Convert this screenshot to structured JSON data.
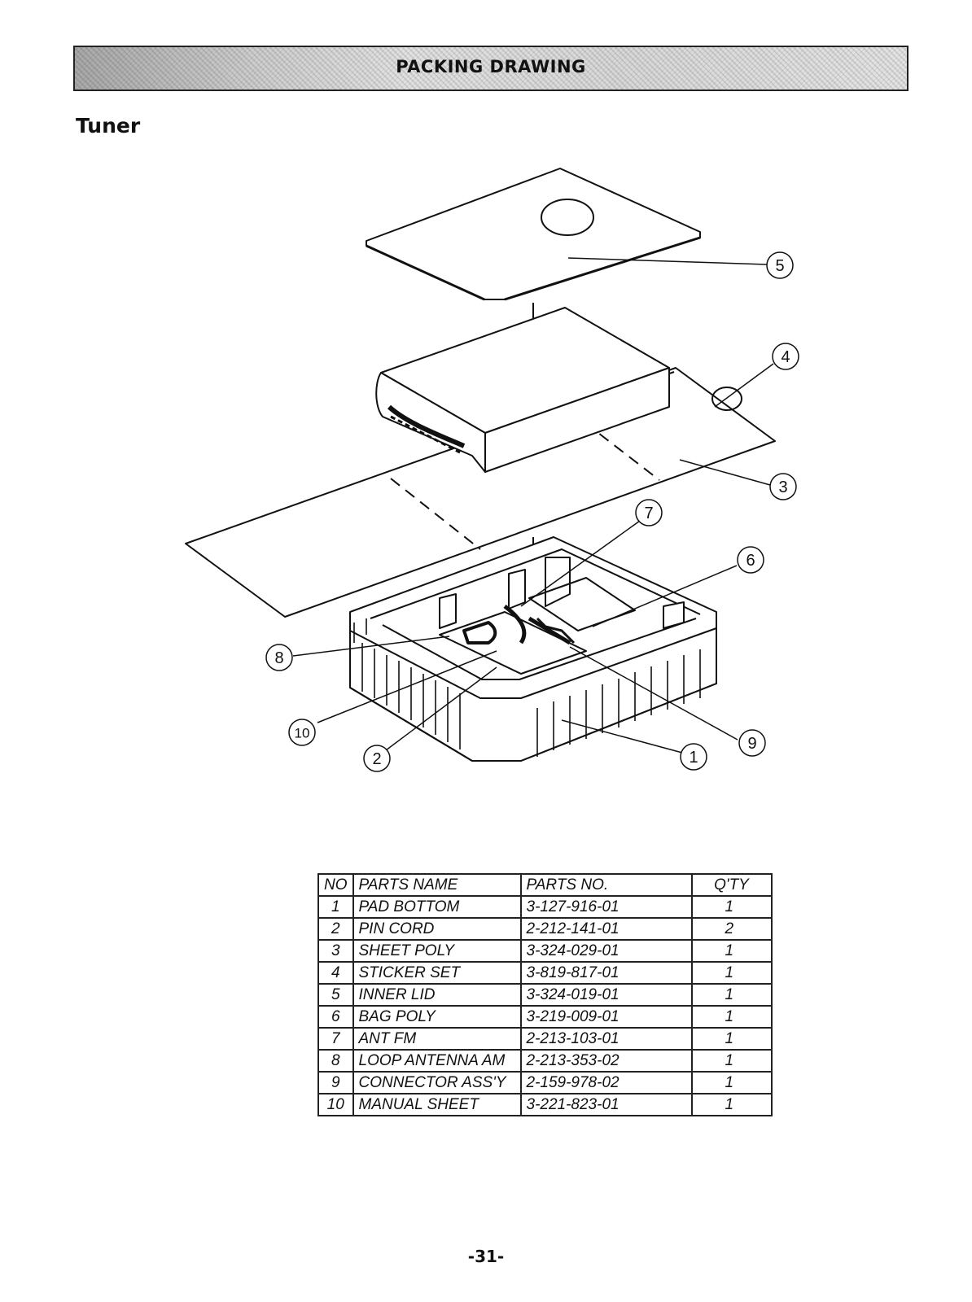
{
  "header": {
    "title": "PACKING DRAWING"
  },
  "section": {
    "title": "Tuner"
  },
  "callouts": [
    "1",
    "2",
    "3",
    "4",
    "5",
    "6",
    "7",
    "8",
    "9",
    "10"
  ],
  "table": {
    "columns": [
      "NO",
      "PARTS  NAME",
      "PARTS   NO.",
      "Q'TY"
    ],
    "rows": [
      {
        "no": "1",
        "name": "PAD  BOTTOM",
        "part_no": "3-127-916-01",
        "qty": "1"
      },
      {
        "no": "2",
        "name": "PIN      CORD",
        "part_no": "2-212-141-01",
        "qty": "2"
      },
      {
        "no": "3",
        "name": "SHEET  POLY",
        "part_no": "3-324-029-01",
        "qty": "1"
      },
      {
        "no": "4",
        "name": "STICKER  SET",
        "part_no": "3-819-817-01",
        "qty": "1"
      },
      {
        "no": "5",
        "name": "INNER    LID",
        "part_no": "3-324-019-01",
        "qty": "1"
      },
      {
        "no": "6",
        "name": "BAG  POLY",
        "part_no": "3-219-009-01",
        "qty": "1"
      },
      {
        "no": "7",
        "name": "ANT  FM",
        "part_no": "2-213-103-01",
        "qty": "1"
      },
      {
        "no": "8",
        "name": "LOOP ANTENNA AM",
        "part_no": "2-213-353-02",
        "qty": "1"
      },
      {
        "no": "9",
        "name": "CONNECTOR ASS'Y",
        "part_no": "2-159-978-02",
        "qty": "1"
      },
      {
        "no": "10",
        "name": "MANUAL  SHEET",
        "part_no": "3-221-823-01",
        "qty": "1"
      }
    ]
  },
  "footer": {
    "page_number": "-31-"
  }
}
